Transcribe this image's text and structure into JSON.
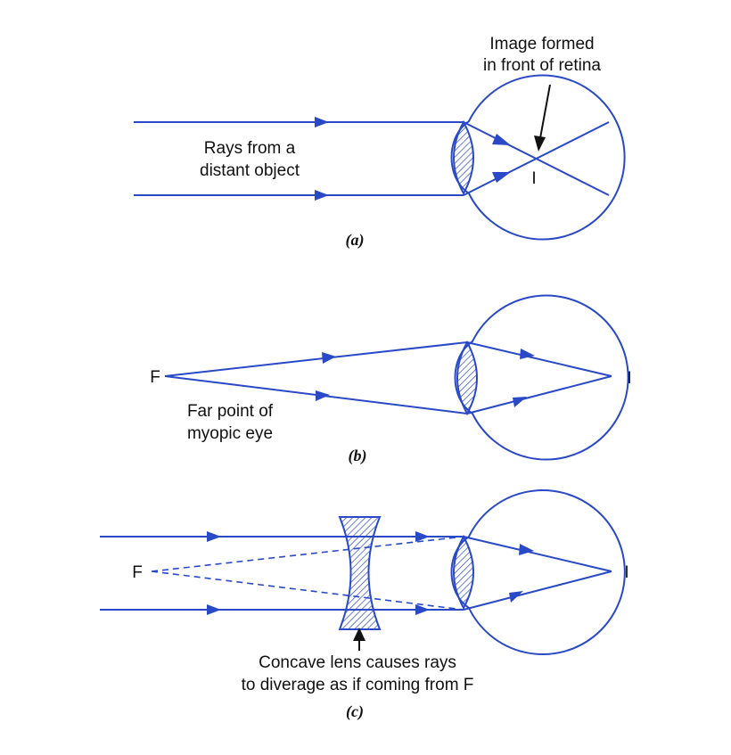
{
  "colors": {
    "ray": "#2a49c7",
    "eye": "#2a49c7",
    "hatch": "#2a49c7",
    "text": "#111111"
  },
  "panel_a": {
    "caption": "(a)",
    "rays_label_line1": "Rays from a",
    "rays_label_line2": "distant object",
    "image_label_line1": "Image formed",
    "image_label_line2": "in front of retina",
    "image_point": "I"
  },
  "panel_b": {
    "caption": "(b)",
    "far_point": "F",
    "image_point": "I",
    "far_label_line1": "Far point of",
    "far_label_line2": "myopic eye"
  },
  "panel_c": {
    "caption": "(c)",
    "far_point": "F",
    "image_point": "I",
    "lens_label_line1": "Concave lens causes rays",
    "lens_label_line2": "to diverage as if coming from F"
  }
}
